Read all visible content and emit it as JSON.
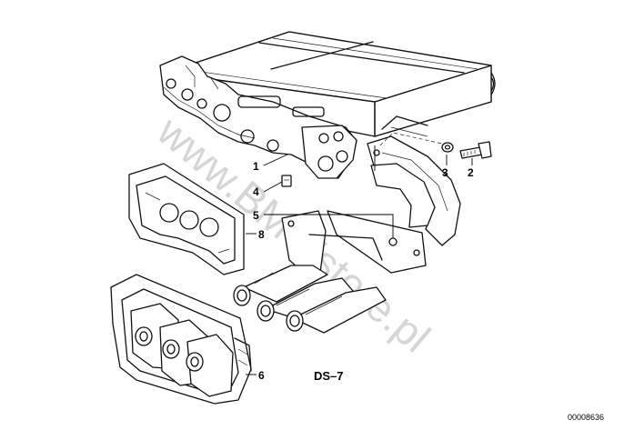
{
  "diagram": {
    "callouts": [
      "1",
      "2",
      "3",
      "4",
      "5",
      "6",
      "8"
    ],
    "diagram_code": "DS–7",
    "image_code": "00008636",
    "watermark": "www.BMWstore.pl"
  },
  "colors": {
    "line": "#111111",
    "background": "#ffffff",
    "watermark": "#c8c8c8"
  }
}
